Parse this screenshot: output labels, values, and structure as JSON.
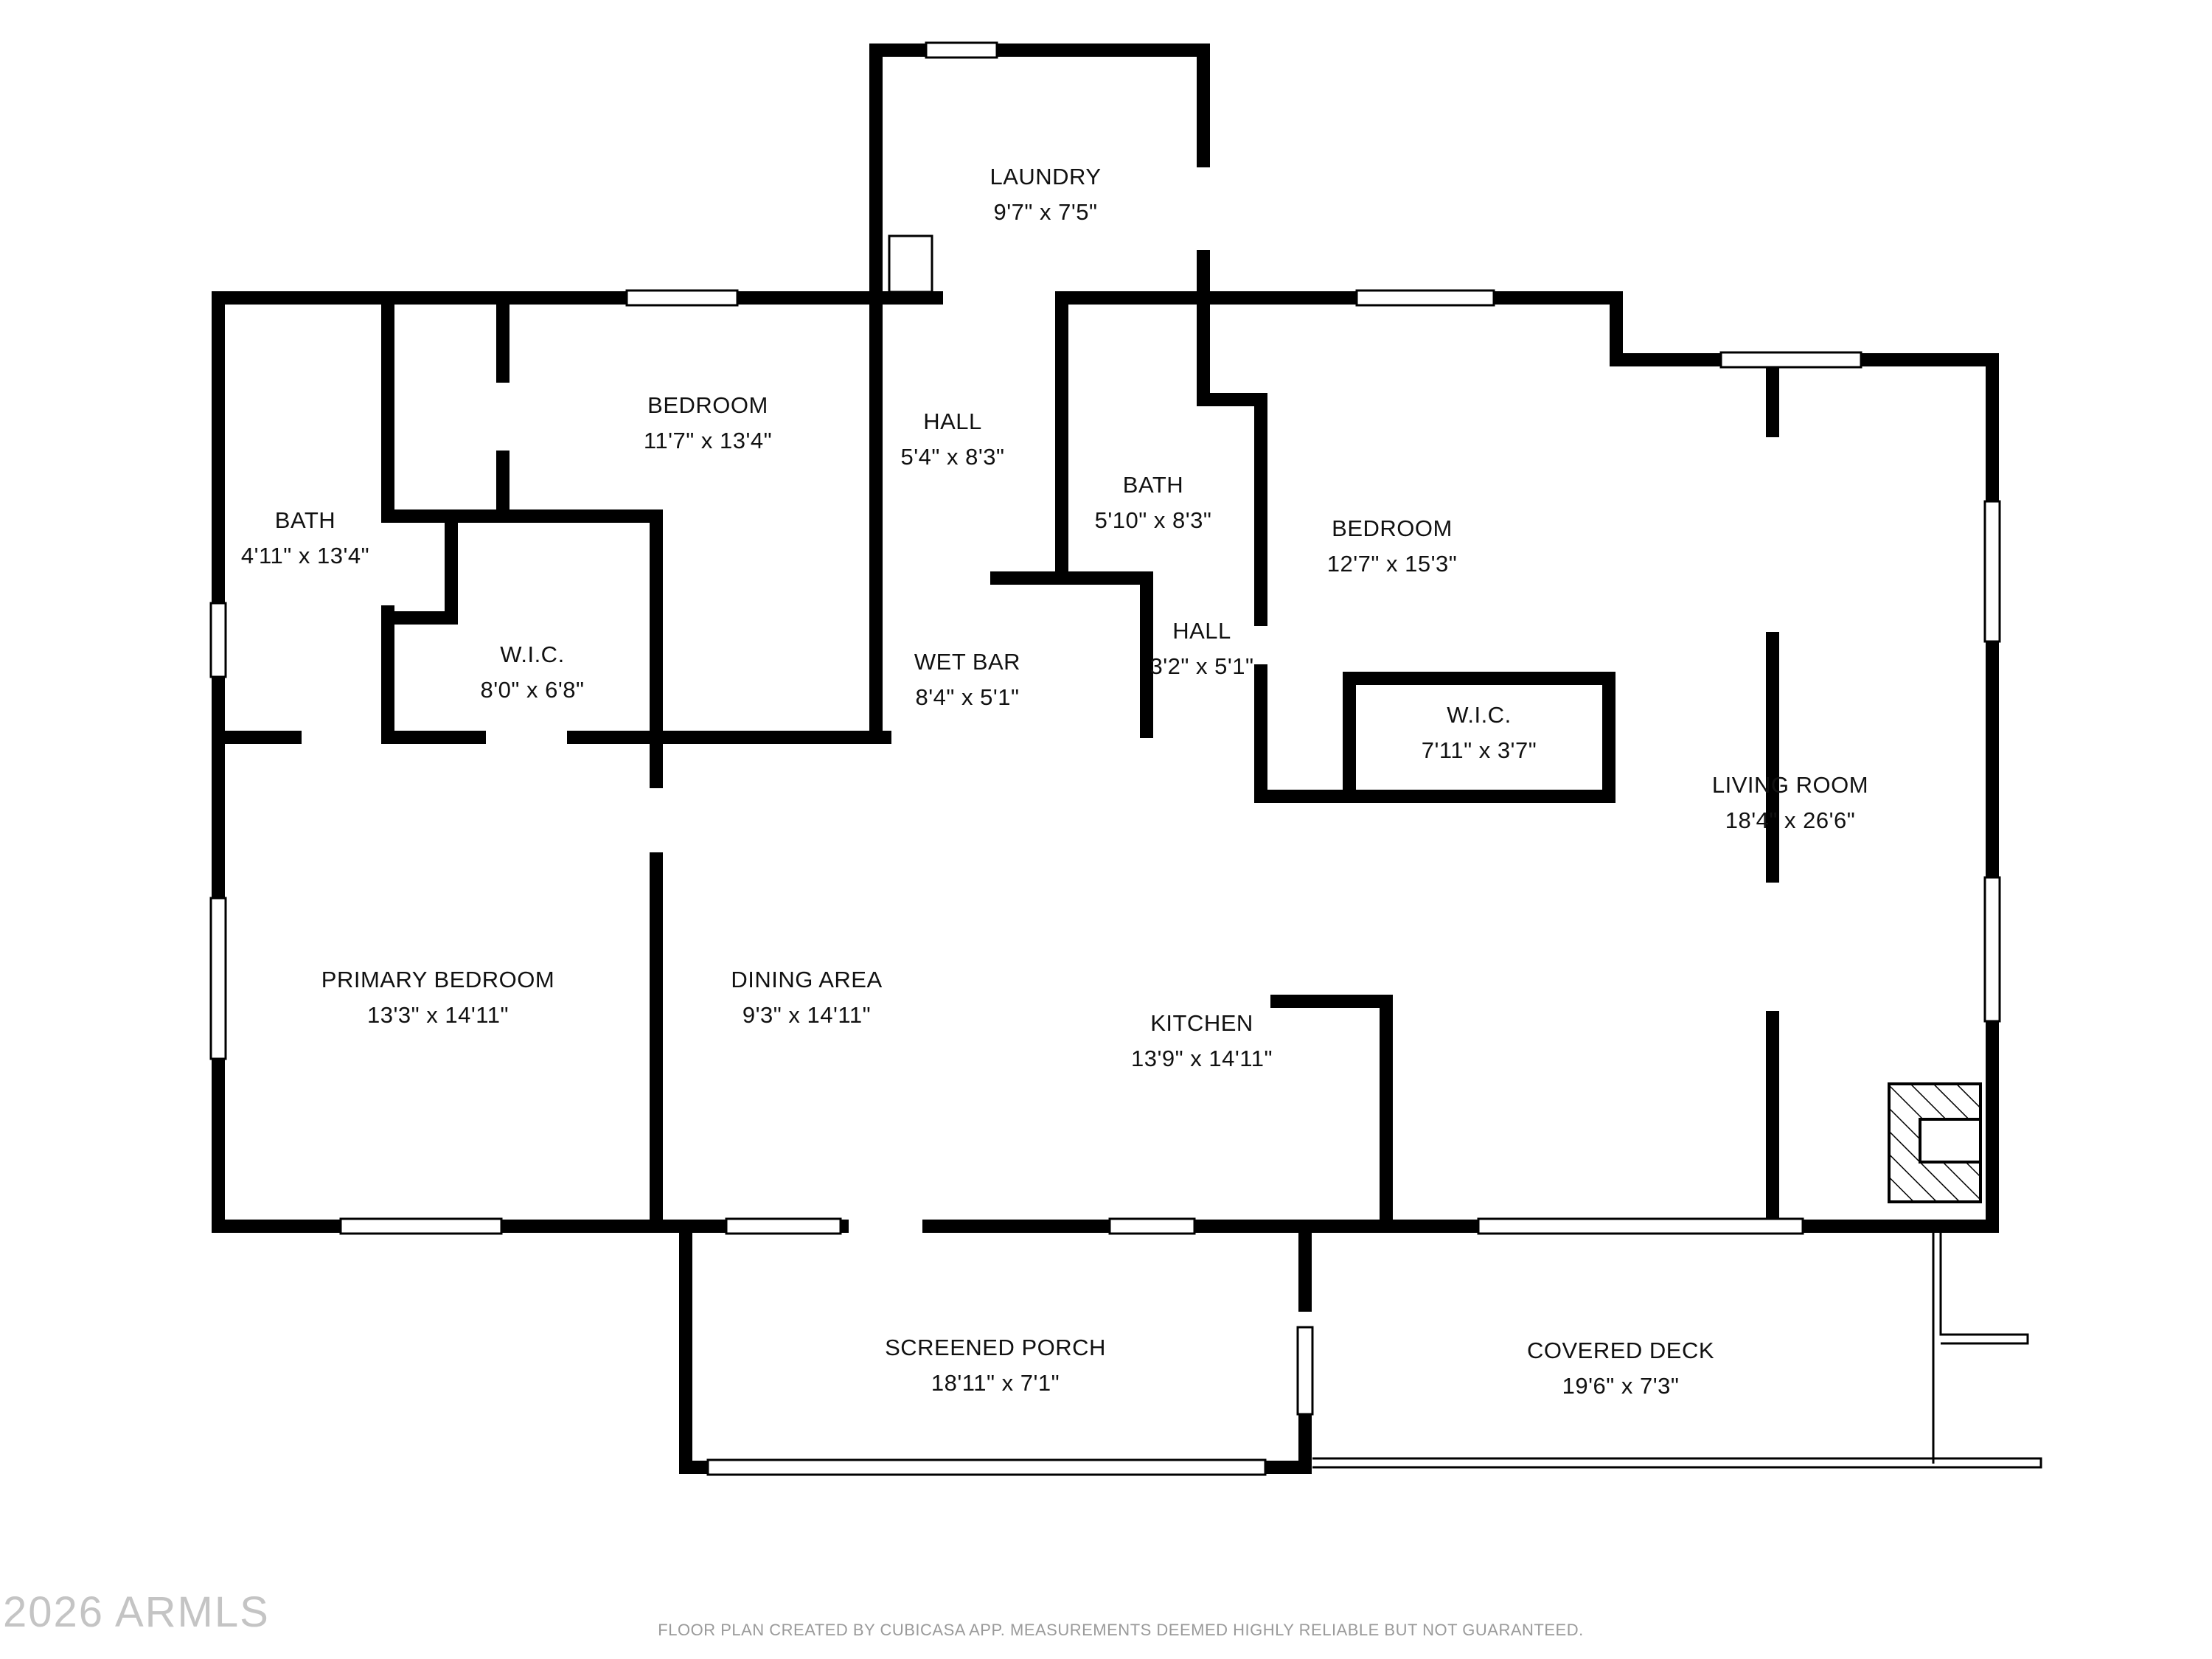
{
  "rooms": {
    "laundry": {
      "name": "LAUNDRY",
      "dims": "9'7\" x 7'5\""
    },
    "bedroom_upper_left": {
      "name": "BEDROOM",
      "dims": "11'7\" x 13'4\""
    },
    "hall_upper": {
      "name": "HALL",
      "dims": "5'4\" x 8'3\""
    },
    "bath_middle": {
      "name": "BATH",
      "dims": "5'10\" x 8'3\""
    },
    "bedroom_right": {
      "name": "BEDROOM",
      "dims": "12'7\" x 15'3\""
    },
    "bath_left": {
      "name": "BATH",
      "dims": "4'11\" x 13'4\""
    },
    "wic_left": {
      "name": "W.I.C.",
      "dims": "8'0\" x 6'8\""
    },
    "wet_bar": {
      "name": "WET BAR",
      "dims": "8'4\" x 5'1\""
    },
    "hall_small": {
      "name": "HALL",
      "dims": "3'2\" x 5'1\""
    },
    "wic_right": {
      "name": "W.I.C.",
      "dims": "7'11\" x 3'7\""
    },
    "living_room": {
      "name": "LIVING ROOM",
      "dims": "18'4\" x 26'6\""
    },
    "primary_bedroom": {
      "name": "PRIMARY BEDROOM",
      "dims": "13'3\" x 14'11\""
    },
    "dining_area": {
      "name": "DINING AREA",
      "dims": "9'3\" x 14'11\""
    },
    "kitchen": {
      "name": "KITCHEN",
      "dims": "13'9\" x 14'11\""
    },
    "screened_porch": {
      "name": "SCREENED PORCH",
      "dims": "18'11\" x 7'1\""
    },
    "covered_deck": {
      "name": "COVERED DECK",
      "dims": "19'6\" x 7'3\""
    }
  },
  "watermark": "2026 ARMLS",
  "disclaimer": "FLOOR PLAN CREATED BY CUBICASA APP. MEASUREMENTS DEEMED HIGHLY RELIABLE BUT NOT GUARANTEED.",
  "colors": {
    "wall": "#000000",
    "background": "#ffffff",
    "watermark": "#c4c4c4",
    "disclaimer": "#9a9a9a"
  }
}
